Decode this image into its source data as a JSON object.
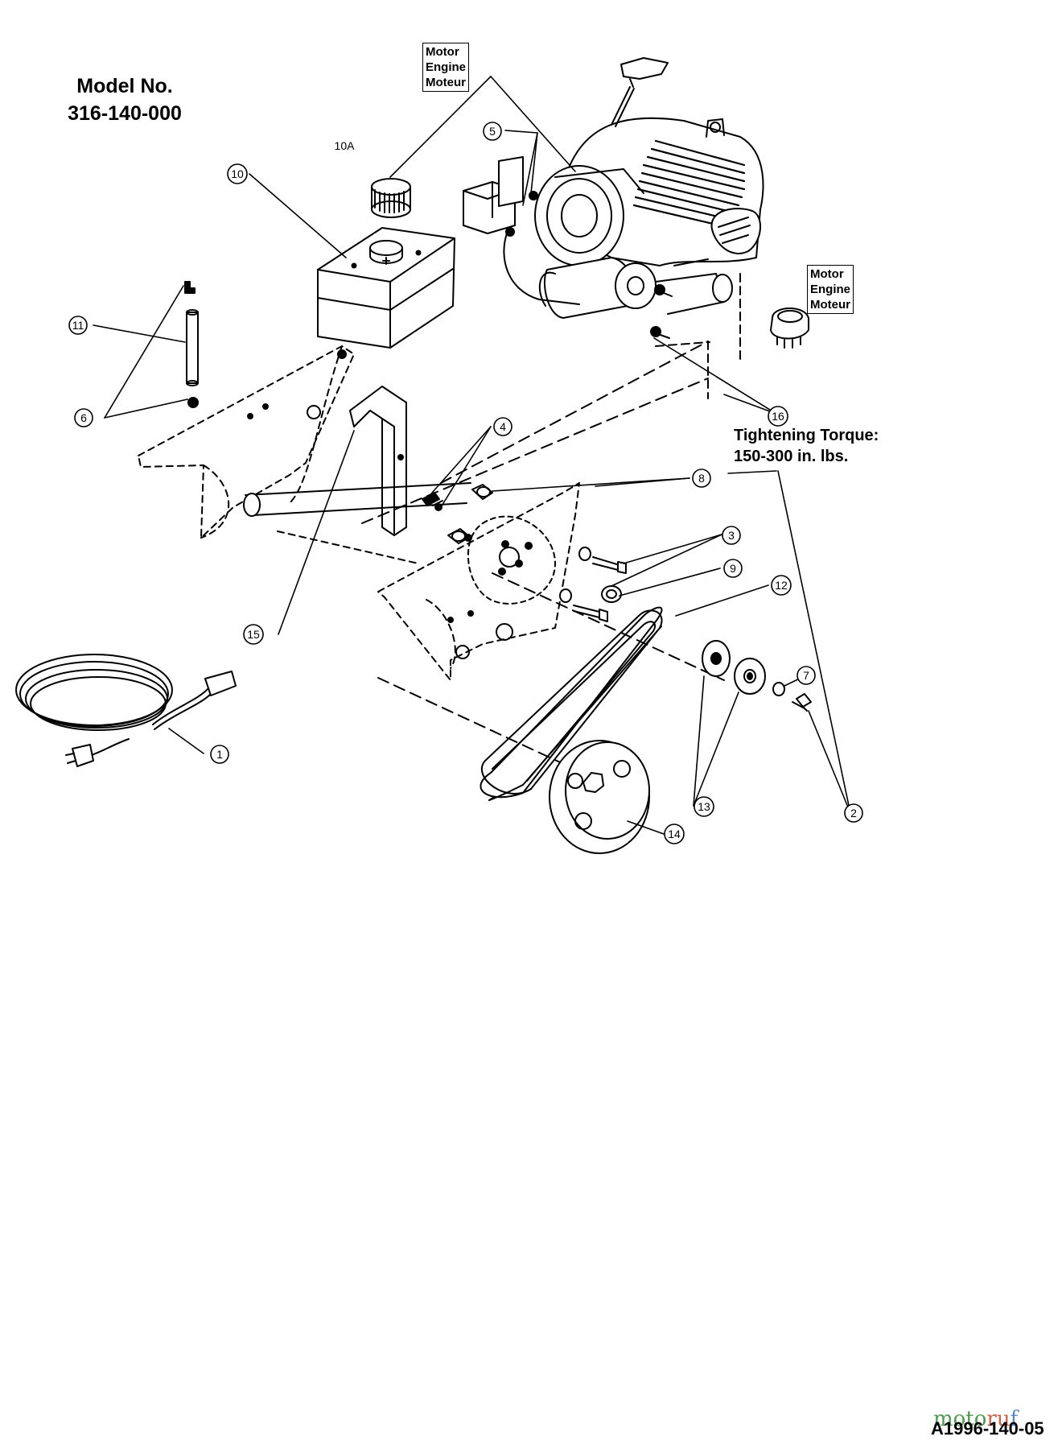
{
  "header": {
    "model_label": "Model No.",
    "model_number": "316-140-000"
  },
  "engine_labels": {
    "top": [
      "Motor",
      "Engine",
      "Moteur"
    ],
    "right": [
      "Motor",
      "Engine",
      "Moteur"
    ]
  },
  "torque_note": {
    "line1": "Tightening Torque:",
    "line2": "150-300 in. lbs."
  },
  "callouts": [
    "1",
    "2",
    "3",
    "4",
    "5",
    "6",
    "7",
    "8",
    "9",
    "10",
    "10A",
    "11",
    "12",
    "13",
    "14",
    "15",
    "16"
  ],
  "footer": {
    "drawing_number": "A1996-140-05",
    "watermark": [
      "moto",
      "ru",
      "f"
    ]
  },
  "colors": {
    "line": "#000000",
    "watermark_green": "#2e8b2e",
    "watermark_red": "#c4452a",
    "watermark_blue": "#3a6fc4"
  }
}
